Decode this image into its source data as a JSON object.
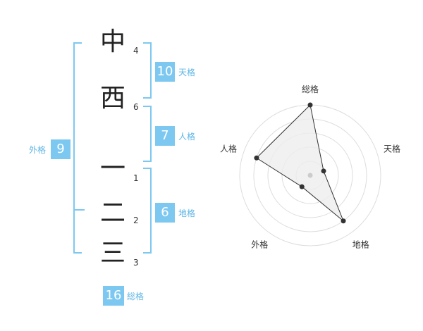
{
  "name": {
    "characters": [
      {
        "char": "中",
        "strokes": "4"
      },
      {
        "char": "西",
        "strokes": "6"
      },
      {
        "char": "一",
        "strokes": "1"
      },
      {
        "char": "二",
        "strokes": "2"
      },
      {
        "char": "三",
        "strokes": "3"
      }
    ]
  },
  "kaku": {
    "tenkaku": {
      "label": "天格",
      "value": "10"
    },
    "jinkaku": {
      "label": "人格",
      "value": "7"
    },
    "chikaku": {
      "label": "地格",
      "value": "6"
    },
    "gaikaku": {
      "label": "外格",
      "value": "9"
    },
    "soukaku": {
      "label": "総格",
      "value": "16"
    }
  },
  "colors": {
    "accent": "#7dc8f0",
    "accent_text": "#5fb6e6",
    "character": "#222222",
    "radar_fill": "#eeeeee",
    "radar_grid": "#dddddd"
  },
  "chart_data": {
    "type": "radar",
    "axes": [
      "総格",
      "天格",
      "地格",
      "外格",
      "人格"
    ],
    "values": [
      5,
      1,
      4,
      1,
      4
    ],
    "max": 5,
    "rings": 5
  }
}
